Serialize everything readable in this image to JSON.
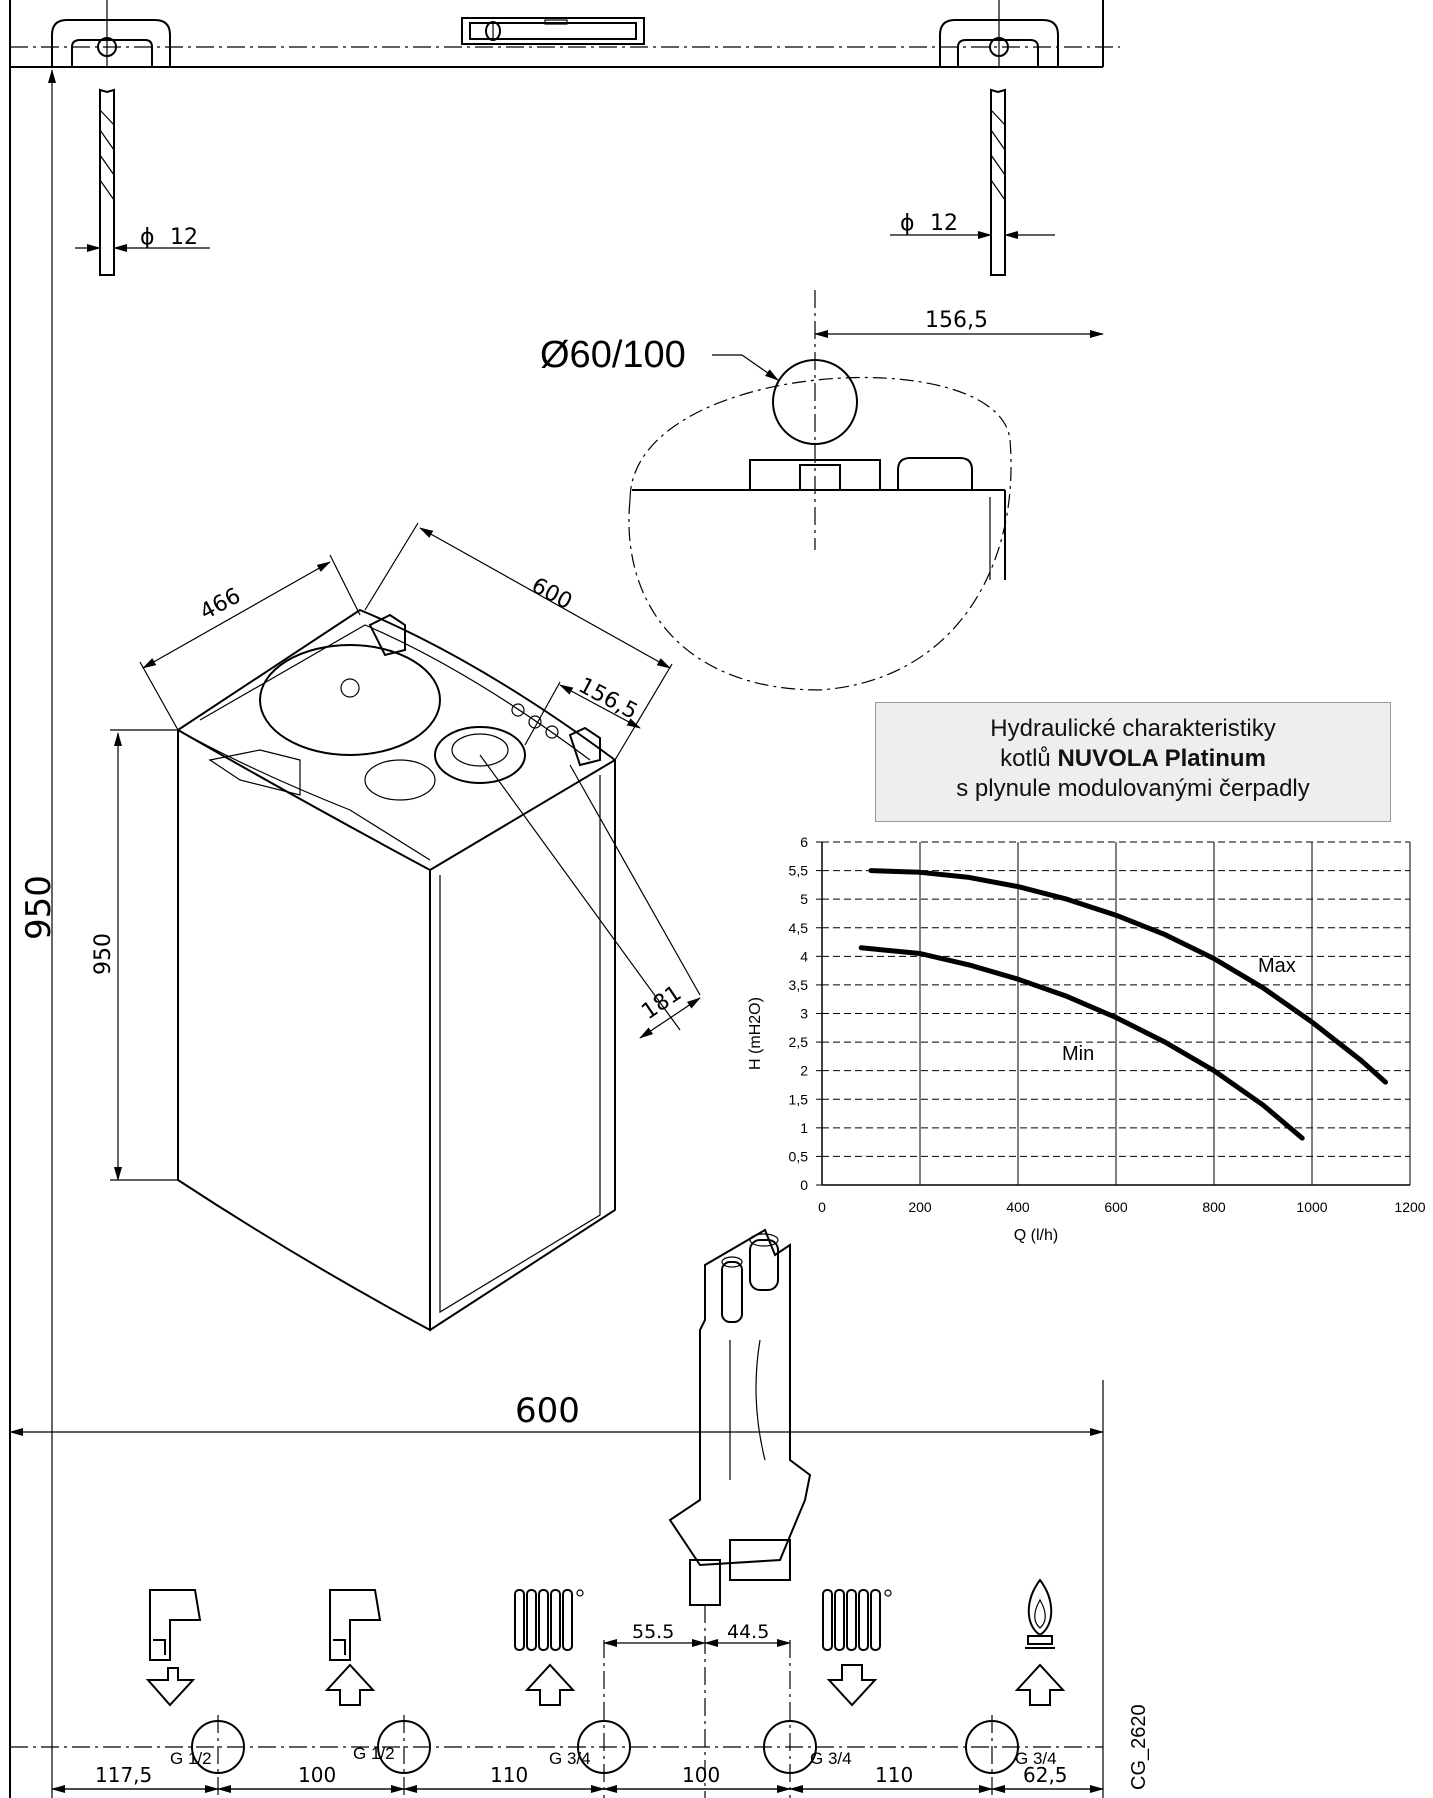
{
  "drawing_code": "CG_2620",
  "top_dimensions": {
    "drill_left": "12",
    "drill_right": "12",
    "flue_offset": "156,5",
    "flue_diameter": "Ø60/100"
  },
  "boiler_dimensions": {
    "depth": "466",
    "width": "600",
    "flue_offset": "156,5",
    "flue_depth": "181",
    "height": "950"
  },
  "overall": {
    "height": "950",
    "width": "600"
  },
  "connection_offsets": {
    "left": "55.5",
    "right": "44.5"
  },
  "bottom_dimensions": [
    "117,5",
    "100",
    "110",
    "100",
    "110",
    "62,5"
  ],
  "connections": [
    {
      "size": "G 1/2",
      "icon": "tap-out-icon"
    },
    {
      "size": "G 1/2",
      "icon": "tap-in-icon"
    },
    {
      "size": "G 3/4",
      "icon": "radiator-return-icon"
    },
    {
      "size": "G 3/4",
      "icon": "radiator-flow-icon"
    },
    {
      "size": "G 3/4",
      "icon": "gas-flame-icon"
    }
  ],
  "chart_title": {
    "line1": "Hydraulické charakteristiky",
    "line2_prefix": "kotlů ",
    "line2_bold": "NUVOLA Platinum",
    "line3": "s plynule modulovanými čerpadly"
  },
  "chart_data": {
    "type": "line",
    "xlabel": "Q (l/h)",
    "ylabel": "H (mH2O)",
    "xlim": [
      0,
      1200
    ],
    "ylim": [
      0,
      6
    ],
    "x_ticks": [
      "0",
      "200",
      "400",
      "600",
      "800",
      "1000",
      "1200"
    ],
    "y_ticks": [
      "0",
      "0,5",
      "1",
      "1,5",
      "2",
      "2,5",
      "3",
      "3,5",
      "4",
      "4,5",
      "5",
      "5,5",
      "6"
    ],
    "grid": true,
    "series": [
      {
        "name": "Max",
        "x": [
          100,
          200,
          300,
          400,
          500,
          600,
          700,
          800,
          900,
          1000,
          1100,
          1150
        ],
        "y": [
          5.5,
          5.47,
          5.38,
          5.22,
          5.0,
          4.72,
          4.38,
          3.96,
          3.45,
          2.85,
          2.18,
          1.8
        ]
      },
      {
        "name": "Min",
        "x": [
          80,
          200,
          300,
          400,
          500,
          600,
          700,
          800,
          900,
          980
        ],
        "y": [
          4.15,
          4.05,
          3.85,
          3.6,
          3.3,
          2.93,
          2.5,
          2.0,
          1.4,
          0.82
        ]
      }
    ]
  }
}
